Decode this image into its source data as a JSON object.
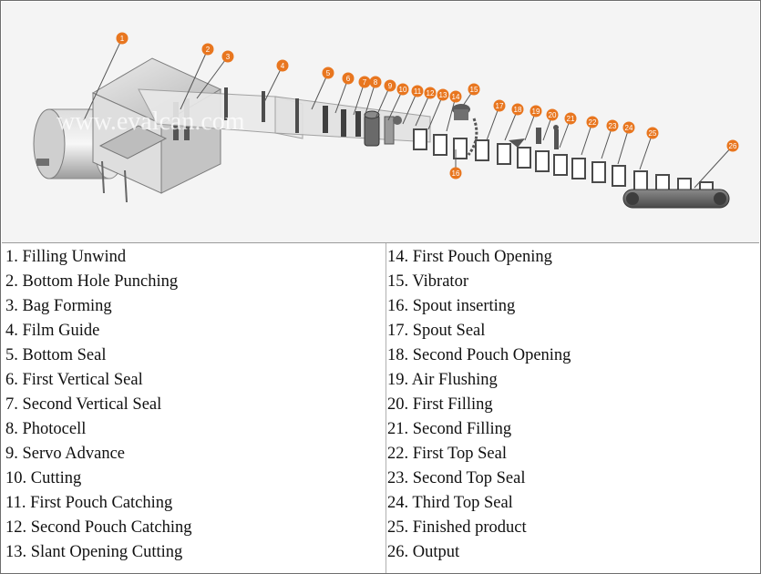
{
  "diagram": {
    "watermark": "www.evalcan.com",
    "callouts": [
      "1",
      "2",
      "3",
      "4",
      "5",
      "6",
      "7",
      "8",
      "9",
      "10",
      "11",
      "12",
      "13",
      "14",
      "15",
      "16",
      "17",
      "18",
      "19",
      "20",
      "21",
      "22",
      "23",
      "24",
      "25",
      "26"
    ],
    "callout_color": "#e8761f"
  },
  "legend": {
    "left": [
      "1. Filling Unwind",
      "2. Bottom Hole Punching",
      "3. Bag Forming",
      "4. Film Guide",
      "5. Bottom Seal",
      "6. First Vertical Seal",
      "7. Second Vertical Seal",
      "8. Photocell",
      "9. Servo Advance",
      "10. Cutting",
      "11. First Pouch Catching",
      "12. Second Pouch Catching",
      "13. Slant Opening Cutting"
    ],
    "right": [
      "14. First Pouch Opening",
      "15. Vibrator",
      "16. Spout inserting",
      "17. Spout Seal",
      "18. Second Pouch Opening",
      "19. Air Flushing",
      "20. First Filling",
      "21. Second Filling",
      "22. First Top Seal",
      "23. Second Top Seal",
      "24. Third Top Seal",
      "25. Finished product",
      "26. Output"
    ]
  }
}
